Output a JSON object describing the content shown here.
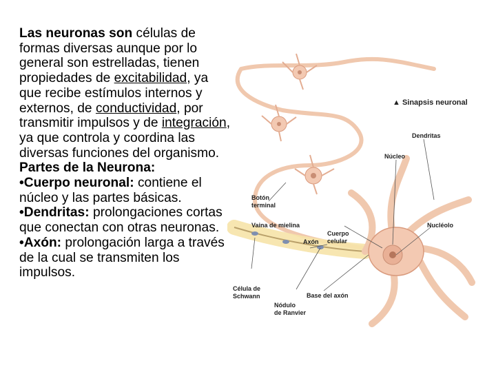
{
  "text": {
    "p1": {
      "s1": "Las neuronas son",
      "s2": " células de formas diversas  aunque por lo general son estrelladas, tienen propiedades de ",
      "s3": "excitabilidad",
      "s4": ", ya que recibe estímulos internos y externos, de ",
      "s5": "conductividad",
      "s6": ", por transmitir impulsos y de ",
      "s7": "integración",
      "s8": ", ya que controla y coordina las diversas funciones del organismo."
    },
    "parts_heading": "Partes de la Neurona:",
    "bullets": [
      {
        "term": "•Cuerpo neuronal:",
        "desc": " contiene el núcleo y las partes básicas."
      },
      {
        "term": "•Dendritas:",
        "desc": " prolongaciones cortas que conectan con otras neuronas."
      },
      {
        "term": "•Axón:",
        "desc": " prolongación larga a través de la cual se transmiten los impulsos."
      }
    ]
  },
  "figure": {
    "labels": {
      "sinapsis": "▲ Sinapsis neuronal",
      "dendritas": "Dendritas",
      "nucleo": "Núcleo",
      "boton1": "Botón",
      "boton2": "terminal",
      "vaina": "Vaina de mielina",
      "cuerpo1": "Cuerpo",
      "cuerpo2": "celular",
      "nucleolo": "Nucléolo",
      "axon": "Axón",
      "celula1": "Célula de",
      "celula2": "Schwann",
      "base": "Base del axón",
      "nodulo1": "Nódulo",
      "nodulo2": "de Ranvier"
    }
  }
}
